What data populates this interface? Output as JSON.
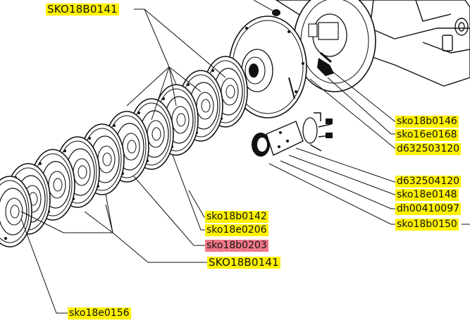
{
  "colors": {
    "callout_bg": "#fff200",
    "callout_highlight_bg": "#f07888",
    "line": "#111111",
    "paper": "#ffffff"
  },
  "callouts": {
    "c01": "SKO18B0141",
    "c02": "sko18b0146",
    "c03": "sko16e0168",
    "c04": "d632503120",
    "c05": "d632504120",
    "c06": "sko18e0148",
    "c07": "dh00410097",
    "c08": "sko18b0150",
    "c09": "sko18b0142",
    "c10": "sko18e0206",
    "c11": "sko18b0203",
    "c12": "SKO18B0141",
    "c13": "sko18e0156"
  },
  "highlighted_callout": "sko18b0203"
}
